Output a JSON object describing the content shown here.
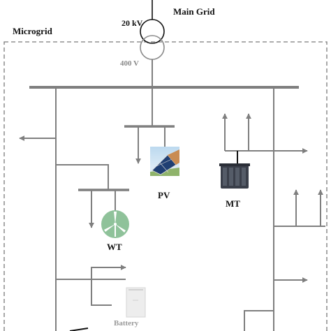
{
  "labels": {
    "main_grid": "Main Grid",
    "hv_voltage": "20 kV",
    "microgrid": "Microgrid",
    "lv_voltage": "400 V",
    "pv": "PV",
    "mt": "MT",
    "wt": "WT",
    "battery": "Battery"
  },
  "colors": {
    "line": "#7f7f7f",
    "boundary": "#7a7a7a",
    "text": "#111111",
    "wt_icon": "#8fc29a",
    "mt_unit": "#3a3f4a"
  }
}
